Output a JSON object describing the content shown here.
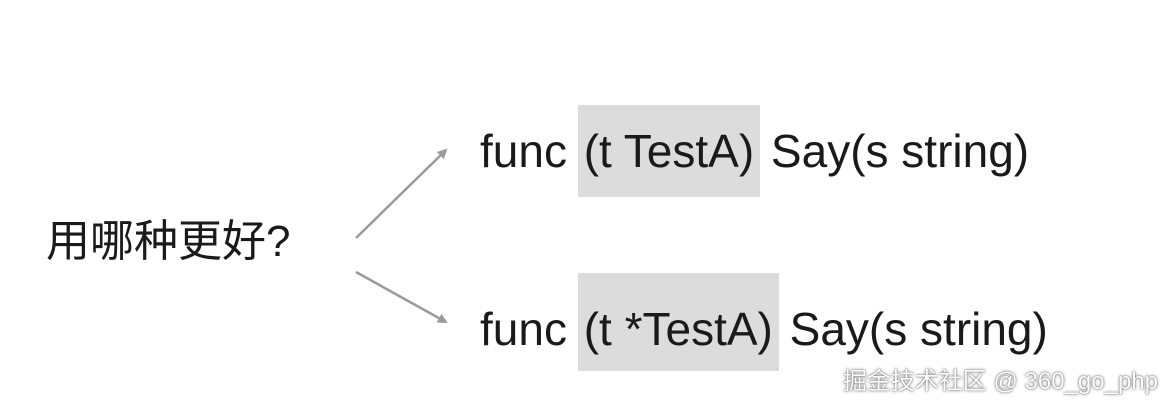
{
  "question": "用哪种更好?",
  "option_value_receiver": {
    "prefix": "func ",
    "receiver": "(t TestA)",
    "suffix": " Say(s string)"
  },
  "option_pointer_receiver": {
    "prefix": "func ",
    "receiver": "(t *TestA)",
    "suffix": " Say(s string)"
  },
  "colors": {
    "highlight": "#dcdcdc",
    "arrow": "#9a9a9a",
    "text": "#1a1a1a"
  },
  "watermark": "掘金技术社区 @ 360_go_php"
}
